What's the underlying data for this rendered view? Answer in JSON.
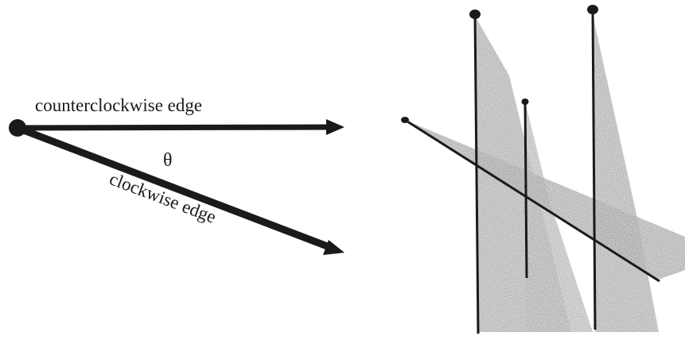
{
  "left_panel": {
    "counterclockwise_label": "counterclockwise edge",
    "clockwise_label": "clockwise edge",
    "angle_symbol": "θ"
  },
  "colors": {
    "ink": "#1a1a1a",
    "shadow": "#c8c8c8",
    "background": "#ffffff"
  }
}
